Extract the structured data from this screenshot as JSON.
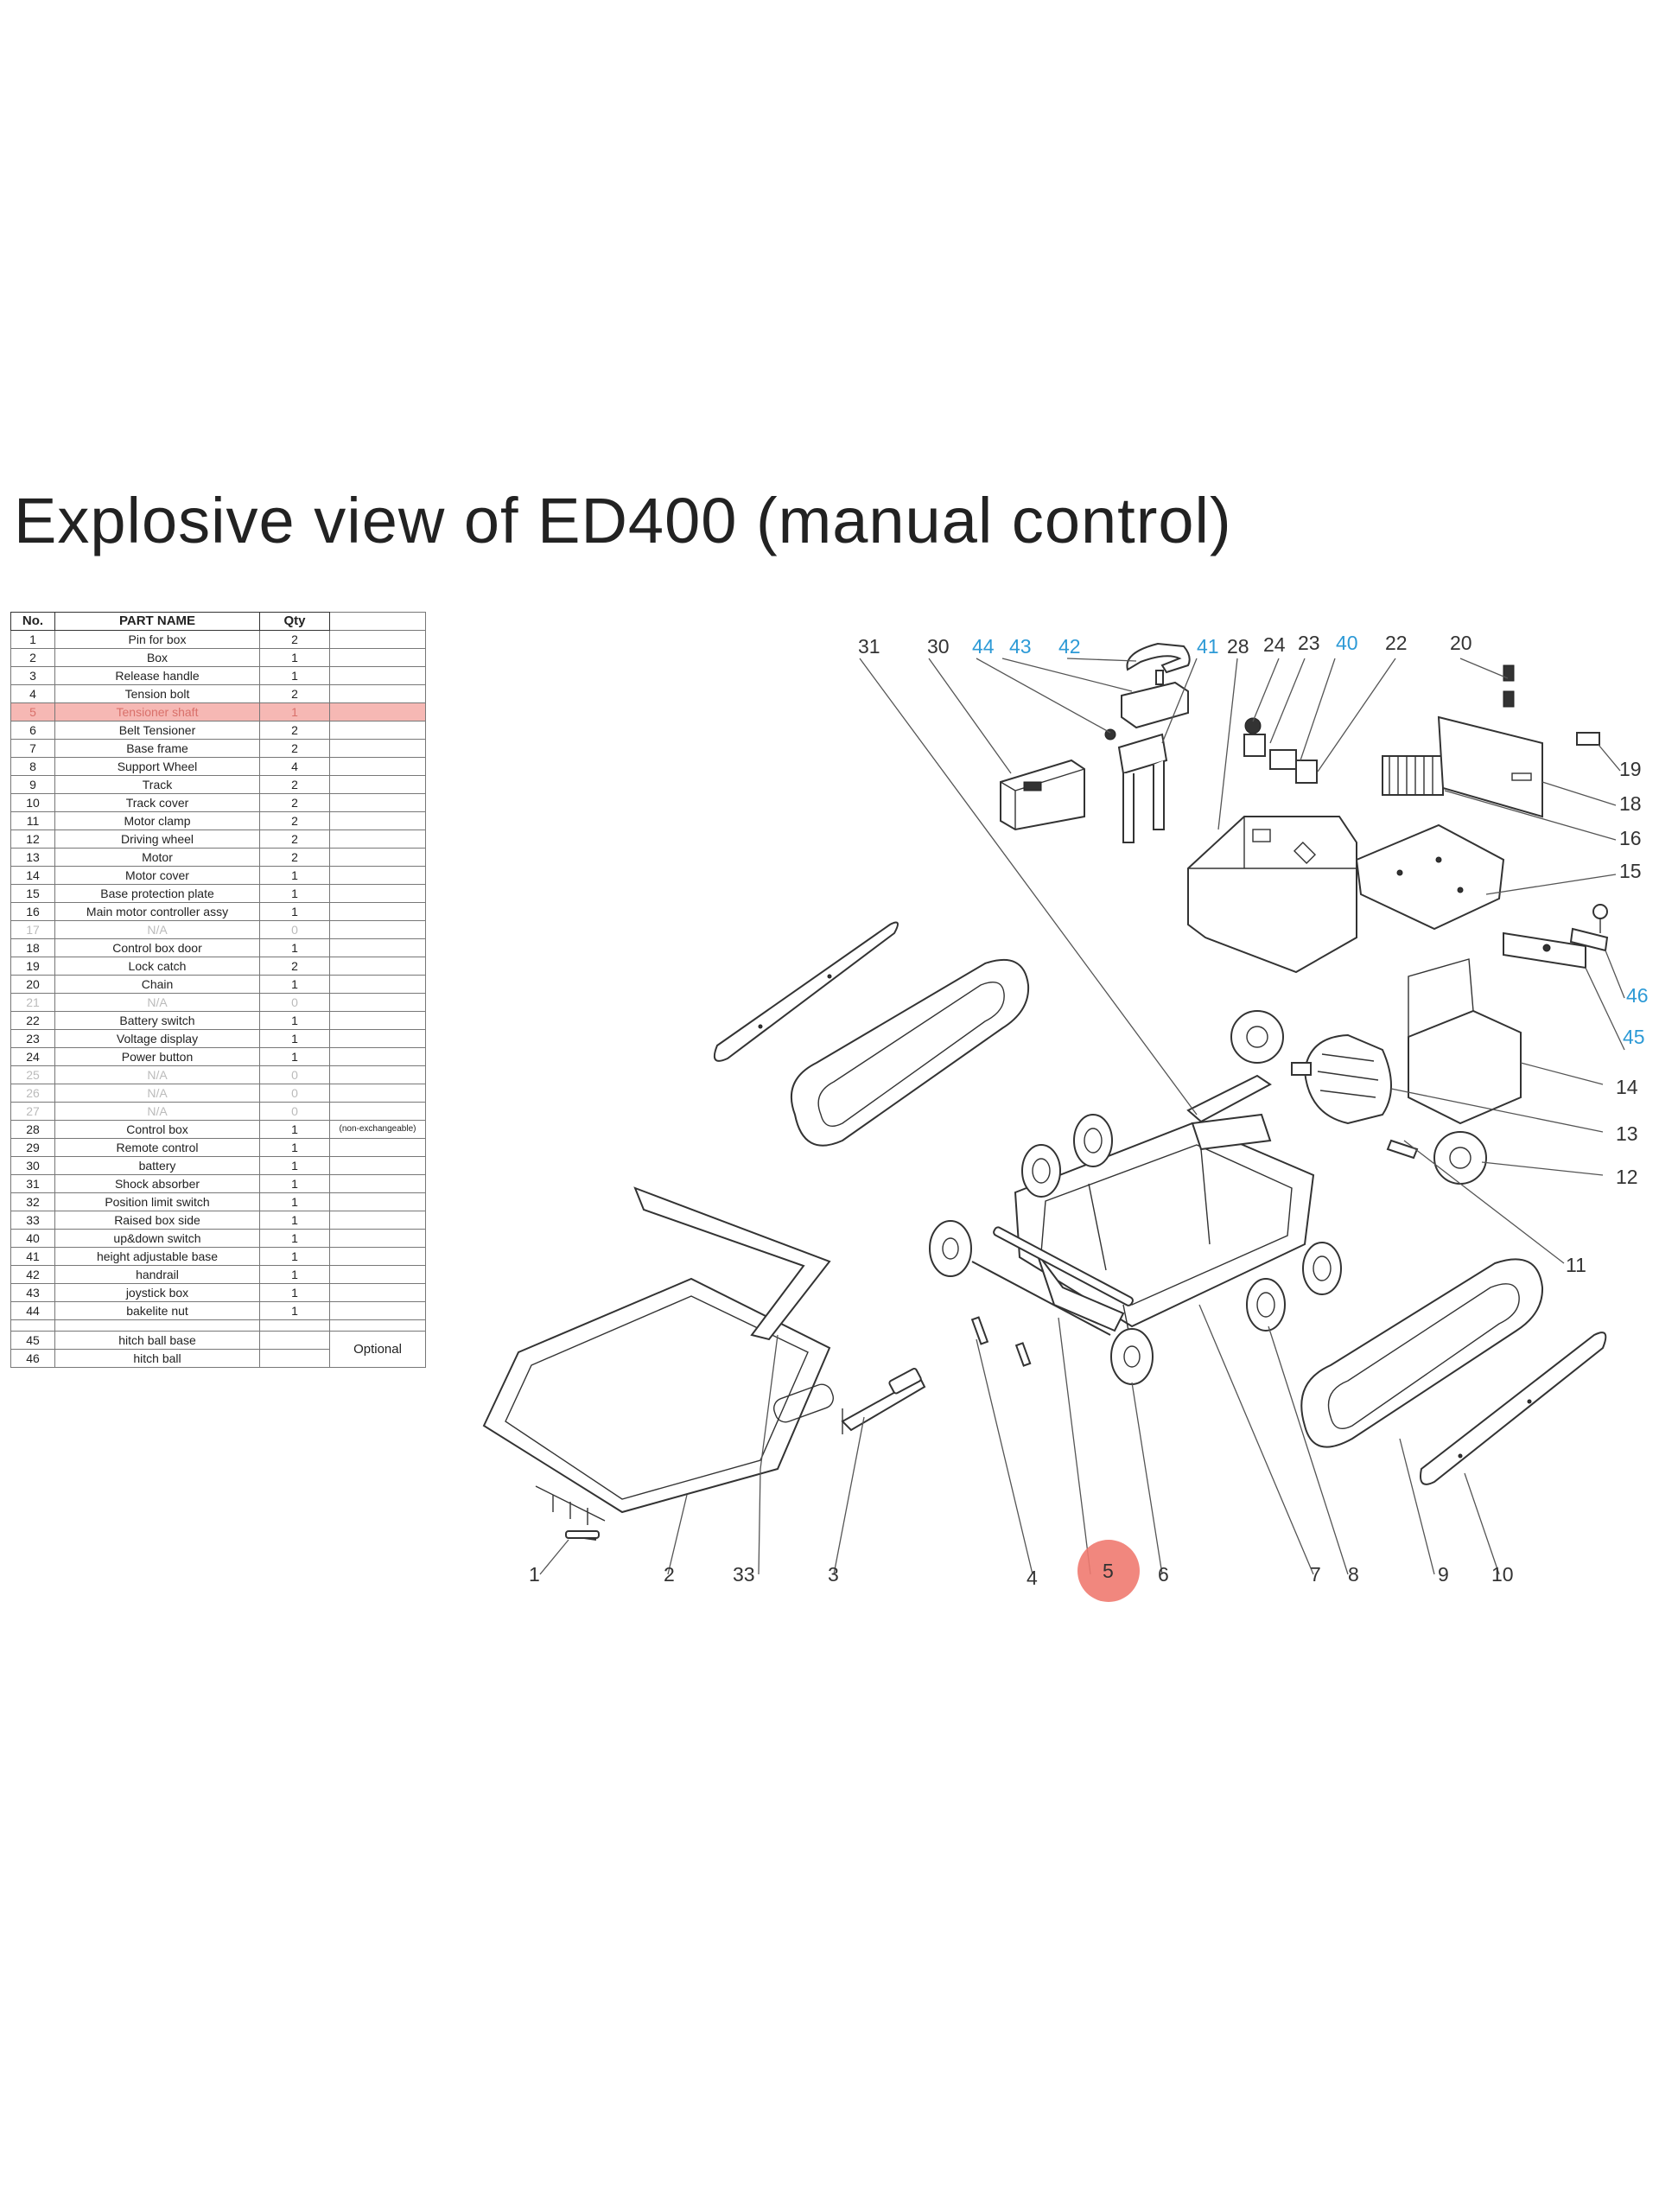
{
  "title": "Explosive view of ED400 (manual control)",
  "table": {
    "headers": {
      "no": "No.",
      "part_name": "PART NAME",
      "qty": "Qty"
    },
    "rows": [
      {
        "no": "1",
        "name": "Pin for box",
        "qty": "2",
        "note": ""
      },
      {
        "no": "2",
        "name": "Box",
        "qty": "1",
        "note": ""
      },
      {
        "no": "3",
        "name": "Release handle",
        "qty": "1",
        "note": ""
      },
      {
        "no": "4",
        "name": "Tension bolt",
        "qty": "2",
        "note": ""
      },
      {
        "no": "5",
        "name": "Tensioner shaft",
        "qty": "1",
        "note": "",
        "highlighted": true
      },
      {
        "no": "6",
        "name": "Belt Tensioner",
        "qty": "2",
        "note": ""
      },
      {
        "no": "7",
        "name": "Base frame",
        "qty": "2",
        "note": ""
      },
      {
        "no": "8",
        "name": "Support Wheel",
        "qty": "4",
        "note": ""
      },
      {
        "no": "9",
        "name": "Track",
        "qty": "2",
        "note": ""
      },
      {
        "no": "10",
        "name": "Track cover",
        "qty": "2",
        "note": ""
      },
      {
        "no": "11",
        "name": "Motor clamp",
        "qty": "2",
        "note": ""
      },
      {
        "no": "12",
        "name": "Driving wheel",
        "qty": "2",
        "note": ""
      },
      {
        "no": "13",
        "name": "Motor",
        "qty": "2",
        "note": ""
      },
      {
        "no": "14",
        "name": "Motor cover",
        "qty": "1",
        "note": ""
      },
      {
        "no": "15",
        "name": "Base protection plate",
        "qty": "1",
        "note": ""
      },
      {
        "no": "16",
        "name": "Main motor controller assy",
        "qty": "1",
        "note": ""
      },
      {
        "no": "17",
        "name": "N/A",
        "qty": "0",
        "note": "",
        "na": true
      },
      {
        "no": "18",
        "name": "Control box door",
        "qty": "1",
        "note": ""
      },
      {
        "no": "19",
        "name": "Lock catch",
        "qty": "2",
        "note": ""
      },
      {
        "no": "20",
        "name": "Chain",
        "qty": "1",
        "note": ""
      },
      {
        "no": "21",
        "name": "N/A",
        "qty": "0",
        "note": "",
        "na": true
      },
      {
        "no": "22",
        "name": "Battery switch",
        "qty": "1",
        "note": ""
      },
      {
        "no": "23",
        "name": "Voltage display",
        "qty": "1",
        "note": ""
      },
      {
        "no": "24",
        "name": "Power  button",
        "qty": "1",
        "note": ""
      },
      {
        "no": "25",
        "name": "N/A",
        "qty": "0",
        "note": "",
        "na": true
      },
      {
        "no": "26",
        "name": "N/A",
        "qty": "0",
        "note": "",
        "na": true
      },
      {
        "no": "27",
        "name": "N/A",
        "qty": "0",
        "note": "",
        "na": true
      },
      {
        "no": "28",
        "name": "Control box",
        "qty": "1",
        "note": "(non-exchangeable)"
      },
      {
        "no": "29",
        "name": "Remote control",
        "qty": "1",
        "note": ""
      },
      {
        "no": "30",
        "name": "battery",
        "qty": "1",
        "note": ""
      },
      {
        "no": "31",
        "name": "Shock absorber",
        "qty": "1",
        "note": ""
      },
      {
        "no": "32",
        "name": "Position limit switch",
        "qty": "1",
        "note": ""
      },
      {
        "no": "33",
        "name": "Raised box side",
        "qty": "1",
        "note": ""
      },
      {
        "no": "40",
        "name": "up&down switch",
        "qty": "1",
        "note": ""
      },
      {
        "no": "41",
        "name": "height adjustable base",
        "qty": "1",
        "note": ""
      },
      {
        "no": "42",
        "name": "handrail",
        "qty": "1",
        "note": ""
      },
      {
        "no": "43",
        "name": "joystick box",
        "qty": "1",
        "note": ""
      },
      {
        "no": "44",
        "name": "bakelite nut",
        "qty": "1",
        "note": ""
      }
    ],
    "optional_rows": [
      {
        "no": "45",
        "name": "hitch ball base",
        "qty": ""
      },
      {
        "no": "46",
        "name": "hitch ball",
        "qty": ""
      }
    ],
    "optional_label": "Optional"
  },
  "callouts": [
    {
      "id": "1",
      "color": "#333333"
    },
    {
      "id": "2",
      "color": "#333333"
    },
    {
      "id": "33",
      "color": "#333333"
    },
    {
      "id": "3",
      "color": "#333333"
    },
    {
      "id": "4",
      "color": "#333333"
    },
    {
      "id": "5",
      "color": "#333333"
    },
    {
      "id": "6",
      "color": "#333333"
    },
    {
      "id": "7",
      "color": "#333333"
    },
    {
      "id": "8",
      "color": "#333333"
    },
    {
      "id": "9",
      "color": "#333333"
    },
    {
      "id": "10",
      "color": "#333333"
    },
    {
      "id": "11",
      "color": "#333333"
    },
    {
      "id": "12",
      "color": "#333333"
    },
    {
      "id": "13",
      "color": "#333333"
    },
    {
      "id": "14",
      "color": "#333333"
    },
    {
      "id": "45",
      "color": "#2d9ad6"
    },
    {
      "id": "46",
      "color": "#2d9ad6"
    },
    {
      "id": "15",
      "color": "#333333"
    },
    {
      "id": "16",
      "color": "#333333"
    },
    {
      "id": "18",
      "color": "#333333"
    },
    {
      "id": "19",
      "color": "#333333"
    },
    {
      "id": "20",
      "color": "#333333"
    },
    {
      "id": "22",
      "color": "#333333"
    },
    {
      "id": "40",
      "color": "#2d9ad6"
    },
    {
      "id": "23",
      "color": "#333333"
    },
    {
      "id": "24",
      "color": "#333333"
    },
    {
      "id": "28",
      "color": "#333333"
    },
    {
      "id": "41",
      "color": "#2d9ad6"
    },
    {
      "id": "42",
      "color": "#2d9ad6"
    },
    {
      "id": "43",
      "color": "#2d9ad6"
    },
    {
      "id": "44",
      "color": "#2d9ad6"
    },
    {
      "id": "30",
      "color": "#333333"
    },
    {
      "id": "31",
      "color": "#333333"
    }
  ],
  "highlight": {
    "part": "5",
    "color": "#f07a70"
  }
}
